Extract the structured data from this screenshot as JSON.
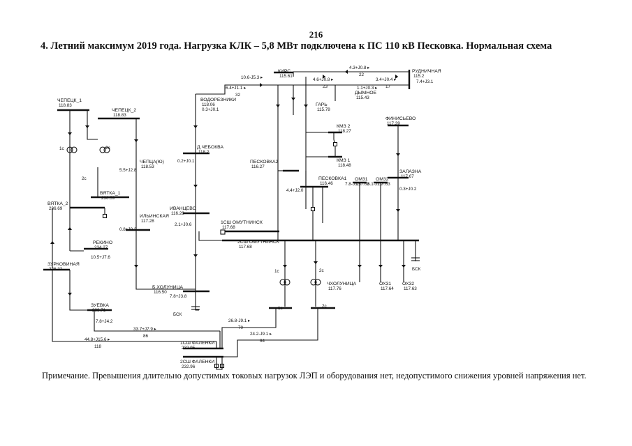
{
  "page_number": "216",
  "heading": "4. Летний максимум 2019 года. Нагрузка КЛК – 5,8 МВт подключена к ПС 110 кВ Песковка. Нормальная схема",
  "note": "Примечание. Превышения длительно допустимых токовых нагрузок ЛЭП и оборудования нет, недопустимого снижения уровней напряжения нет.",
  "diagram": {
    "nodes": [
      {
        "name": "ЧЕПЕЦК_1",
        "voltage": "118.83"
      },
      {
        "name": "ЧЕПЕЦК_2",
        "voltage": "118.83"
      },
      {
        "name": "ВОДОРЕЗНИКИ",
        "voltage": "118.06"
      },
      {
        "name": "КИРС",
        "voltage": "115.61"
      },
      {
        "name": "РУДНИЧНАЯ",
        "voltage": "115.2"
      },
      {
        "name": "ГАРЬ",
        "voltage": "115.78"
      },
      {
        "name": "ДЫМНОЕ",
        "voltage": "115.43"
      },
      {
        "name": "КМЗ 2",
        "voltage": "118.27"
      },
      {
        "name": "КМЗ 1",
        "voltage": "118.48"
      },
      {
        "name": "ФИНИСЬЕВО",
        "voltage": "117.39"
      },
      {
        "name": "ЗАЛАЗНА",
        "voltage": "117.67"
      },
      {
        "name": "ПЕСКОВКА2",
        "voltage": "116.27"
      },
      {
        "name": "ПЕСКОВКА1",
        "voltage": "116.46"
      },
      {
        "name": "ОМ31",
        "voltage": "117.63"
      },
      {
        "name": "ОМ32",
        "voltage": "117.63"
      },
      {
        "name": "Д.ЧЕБОКВА",
        "voltage": "118.2"
      },
      {
        "name": "ЧЕПЦА(Ю)",
        "voltage": "118.53"
      },
      {
        "name": "ВЯТКА_1",
        "voltage": "236.59"
      },
      {
        "name": "ВЯТКА_2",
        "voltage": "236.69"
      },
      {
        "name": "ИЛЬИНСКАЯ",
        "voltage": "117.28"
      },
      {
        "name": "ИВАНЦЕВО",
        "voltage": "116.28"
      },
      {
        "name": "РЕКИНО",
        "voltage": "234.27"
      },
      {
        "name": "ЗУРКОВИНАЯ",
        "voltage": "236.32"
      },
      {
        "name": "ЗУЕВКА",
        "voltage": "233.71"
      },
      {
        "name": "1СШ ОМУТНИНСК",
        "voltage": "117.68"
      },
      {
        "name": "2СШ ОМУТНИНСК",
        "voltage": "117.68"
      },
      {
        "name": "Б.ХОЛУНИЦА",
        "voltage": "116.50"
      },
      {
        "name": "1СШ ФАЛЕНКИ",
        "voltage": "232.95"
      },
      {
        "name": "2СШ ФАЛЕНКИ",
        "voltage": "232.96"
      },
      {
        "name": "ЧХОЛУНИЦА",
        "voltage": "117.76"
      },
      {
        "name": "ОХ31",
        "voltage": "117.64"
      },
      {
        "name": "ОХ32",
        "voltage": "117.63"
      }
    ],
    "flows": [
      {
        "value": "4.3+J0.8",
        "line": "22"
      },
      {
        "value": "10.6-J5.3",
        "line": ""
      },
      {
        "value": "6.4+J1.1",
        "line": "32"
      },
      {
        "value": "4.6+J0.8",
        "line": "23"
      },
      {
        "value": "3.4+J0.4",
        "line": "17"
      },
      {
        "value": "1.1+J0.3",
        "line": ""
      },
      {
        "value": "33.7+J7.9",
        "line": "86"
      },
      {
        "value": "44.8+J15.6",
        "line": "118"
      },
      {
        "value": "26.8-J9.1",
        "line": "70"
      },
      {
        "value": "24.2-J9.1",
        "line": "64"
      }
    ],
    "loads": [
      {
        "value": "7.4+J3.1"
      },
      {
        "value": "0.3+J0.1"
      },
      {
        "value": "5.5+J2.8"
      },
      {
        "value": "0.2+J0.1"
      },
      {
        "value": "0.8+J0.2"
      },
      {
        "value": "10.5+J7.6"
      },
      {
        "value": "7.8+J4.2"
      },
      {
        "value": "7.8+J3.8"
      },
      {
        "value": "2.1+J0.6"
      },
      {
        "value": "4.4+J2.0"
      },
      {
        "value": "0.3+J0.2"
      },
      {
        "value": "7.8-J3.5"
      },
      {
        "value": "6.1-J1.7"
      }
    ],
    "other_labels": [
      "БСК",
      "БСК",
      "1с",
      "2с",
      "2с",
      "1с",
      "2с",
      "1с",
      "2с"
    ]
  }
}
